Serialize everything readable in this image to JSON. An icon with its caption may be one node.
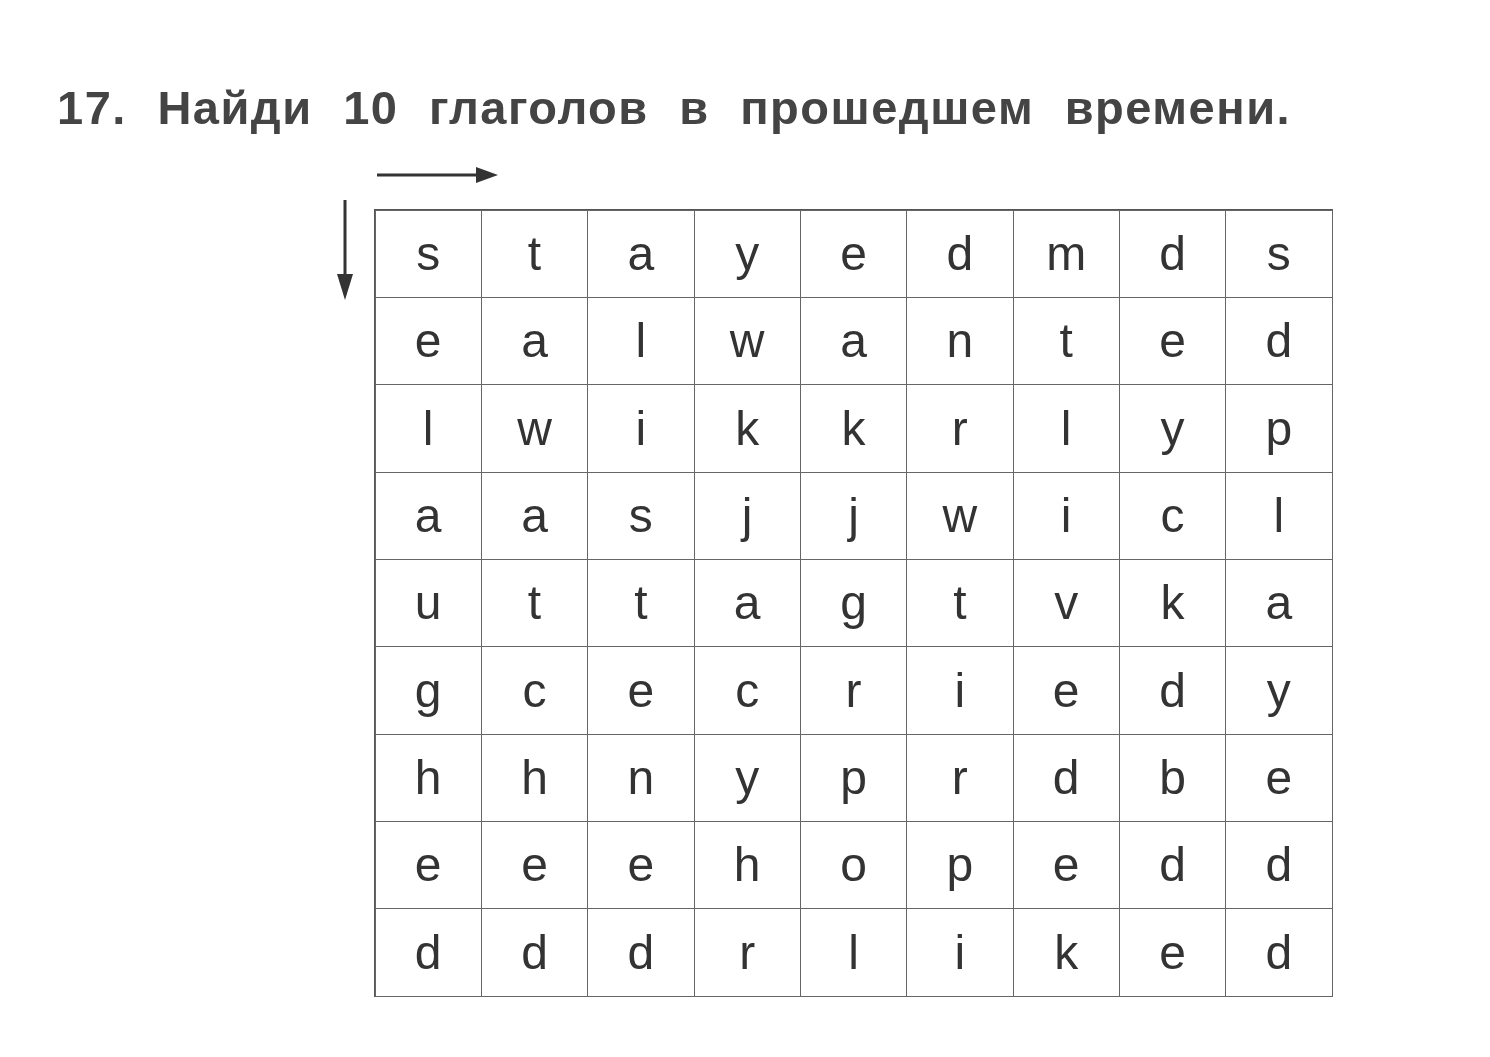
{
  "diagram": {
    "title": "17. Найди 10 глаголов в прошедшем времени.",
    "labels": [
      "s",
      "t",
      "a",
      "y",
      "e",
      "d",
      "m",
      "d",
      "s",
      "e",
      "a",
      "l",
      "w",
      "a",
      "n",
      "t",
      "e",
      "d",
      "l",
      "w",
      "i",
      "k",
      "k",
      "r",
      "l",
      "y",
      "p",
      "a",
      "a",
      "s",
      "j",
      "j",
      "w",
      "i",
      "c",
      "l",
      "u",
      "t",
      "t",
      "a",
      "g",
      "t",
      "v",
      "k",
      "a",
      "g",
      "c",
      "e",
      "c",
      "r",
      "i",
      "e",
      "d",
      "y",
      "h",
      "h",
      "n",
      "y",
      "p",
      "r",
      "d",
      "b",
      "e",
      "e",
      "e",
      "e",
      "h",
      "o",
      "p",
      "e",
      "d",
      "d",
      "d",
      "d",
      "d",
      "r",
      "l",
      "i",
      "k",
      "e",
      "d"
    ]
  }
}
